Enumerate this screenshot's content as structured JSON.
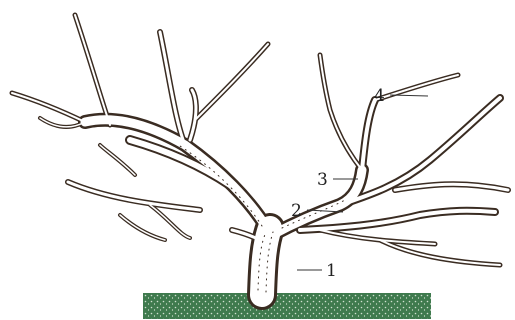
{
  "labels": [
    {
      "id": "trunk",
      "text": "1"
    },
    {
      "id": "main-branch",
      "text": "2"
    },
    {
      "id": "lateral-branch",
      "text": "3"
    },
    {
      "id": "shoot",
      "text": "4"
    }
  ],
  "colors": {
    "bark_outline": "#3a2c22",
    "bark_fill": "#ffffff",
    "ground": "#3f7a4e",
    "label": "#222222"
  }
}
